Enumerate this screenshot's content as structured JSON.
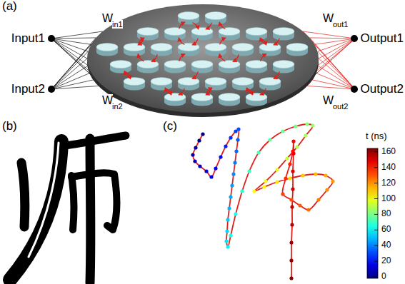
{
  "diagram": {
    "nodes": [
      {
        "text": [
          "Input1"
        ]
      },
      {
        "text": [
          "Input2"
        ]
      },
      {
        "text": [
          "Output1"
        ]
      },
      {
        "text": [
          "Output2"
        ]
      }
    ],
    "labels": [
      "(a)",
      "W",
      "in1",
      "W",
      "in2",
      "W",
      "out1",
      "W",
      "out2",
      "(b)",
      "(c)",
      "t (ns)",
      "0",
      "20",
      "40",
      "60",
      "80",
      "100",
      "120",
      "140",
      "160"
    ]
  }
}
